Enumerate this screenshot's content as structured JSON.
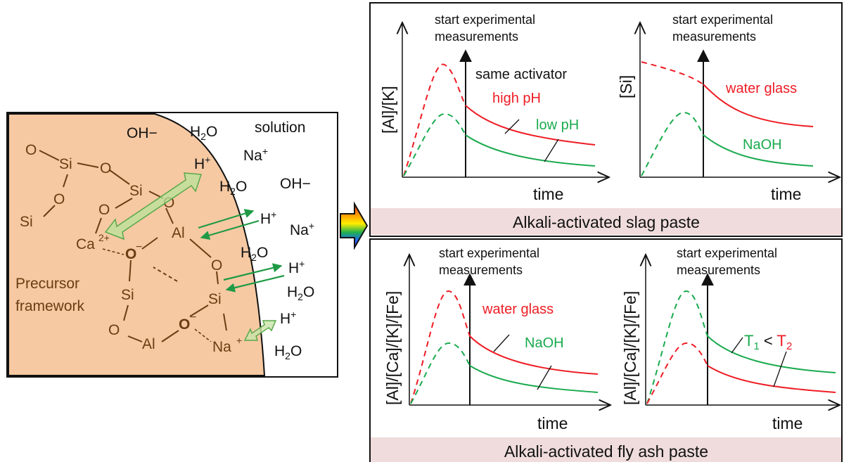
{
  "colors": {
    "precursor_fill": "#f6c9a3",
    "framework_text": "#6b3d12",
    "red_series": "#ee1c24",
    "green_series": "#1aaa4e",
    "banner_fill": "#f0dcdc",
    "arrow_green": "#1f9a45",
    "arrow_light_green": "#b8e39a"
  },
  "left_panel": {
    "solution_label": "solution",
    "framework_label_line1": "Precursor",
    "framework_label_line2": "framework",
    "species": {
      "oh": "OH−",
      "h2o": "H",
      "h2o_sub": "2",
      "h2o_o": "O",
      "na": "Na",
      "h": "H",
      "plus": "+"
    },
    "framework_atoms": {
      "o": "O",
      "si": "Si",
      "al": "Al",
      "ca": "Ca",
      "ca_charge": "2+",
      "o_charge": "−"
    }
  },
  "top_section": {
    "banner": "Alkali-activated slag paste",
    "chart_left": {
      "ylabel": "[Al]/[K]",
      "xlabel": "time",
      "start_line1": "start experimental",
      "start_line2": "measurements",
      "annotation": "same activator",
      "red_label": "high pH",
      "green_label": "low pH"
    },
    "chart_right": {
      "ylabel": "[Si]",
      "xlabel": "time",
      "start_line1": "start experimental",
      "start_line2": "measurements",
      "red_label": "water glass",
      "green_label": "NaOH"
    }
  },
  "bottom_section": {
    "banner": "Alkali-activated fly ash paste",
    "chart_left": {
      "ylabel": "[Al]/[Ca]/[K]/[Fe]",
      "xlabel": "time",
      "start_line1": "start experimental",
      "start_line2": "measurements",
      "red_label": "water glass",
      "green_label": "NaOH"
    },
    "chart_right": {
      "ylabel": "[Al]/[Ca]/[K]/[Fe]",
      "xlabel": "time",
      "start_line1": "start experimental",
      "start_line2": "measurements",
      "t1": "T",
      "t1_sub": "1",
      "lt": " < ",
      "t2": "T",
      "t2_sub": "2"
    }
  }
}
